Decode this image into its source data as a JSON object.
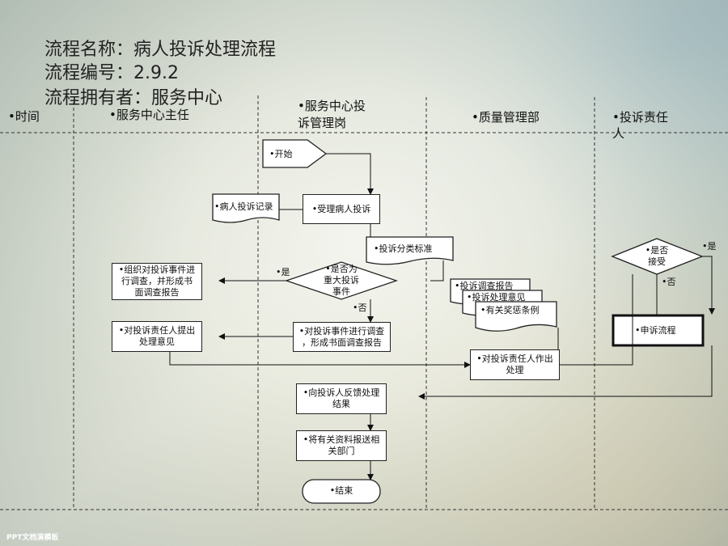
{
  "header": {
    "name": "流程名称：病人投诉处理流程",
    "number": "流程编号：2.9.2",
    "owner": "流程拥有者：服务中心"
  },
  "lanes": {
    "time": "•时间",
    "director": "•服务中心主任",
    "complaint_post_l1": "•服务中心投",
    "complaint_post_l2": "诉管理岗",
    "quality": "•质量管理部",
    "responsible_l1": "•投诉责任",
    "responsible_l2": "人"
  },
  "nodes": {
    "start": "•开始",
    "record": "•病人投诉记录",
    "receive": "•受理病人投诉",
    "standard": "•投诉分类标准",
    "major_l1": "•是否为",
    "major_l2": "重大投诉",
    "major_l3": "事件",
    "yes1": "•是",
    "no1": "•否",
    "organize_l1": "•组织对投诉事件进",
    "organize_l2": "行调查，并形成书",
    "organize_l3": "面调查报告",
    "investigate_l1": "•对投诉事件进行调查",
    "investigate_l2": "，形成书面调查报告",
    "propose_l1": "•对投诉责任人提出",
    "propose_l2": "处理意见",
    "doc1": "•投诉调查报告",
    "doc2": "•投诉处理意见",
    "doc3": "•有关奖惩条例",
    "decide_l1": "•对投诉责任人作出",
    "decide_l2": "处理",
    "accept_l1": "•是否",
    "accept_l2": "接受",
    "yes2": "•是",
    "no2": "•否",
    "appeal": "•申诉流程",
    "feedback_l1": "•向投诉人反馈处理",
    "feedback_l2": "结果",
    "report_l1": "•将有关资料报送相",
    "report_l2": "关部门",
    "end": "•结束"
  },
  "footer": "PPT文档演模板"
}
